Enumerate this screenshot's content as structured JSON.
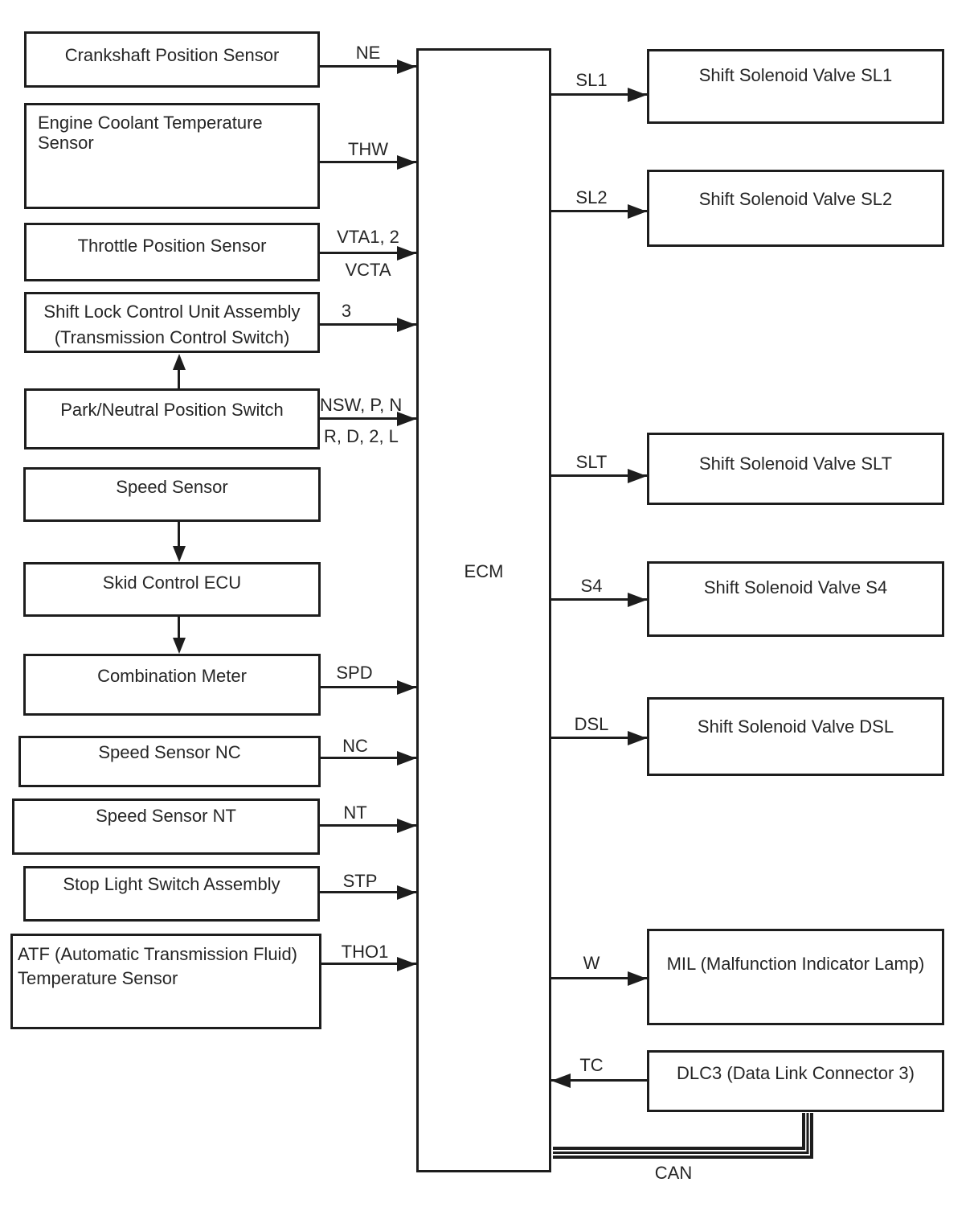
{
  "ecm": {
    "label": "ECM"
  },
  "inputs": [
    {
      "box": [
        "Crankshaft Position Sensor"
      ],
      "signal": [
        "NE"
      ],
      "direction": "to-ecm"
    },
    {
      "box": [
        "Engine Coolant Temperature",
        "Sensor"
      ],
      "signal": [
        "THW"
      ],
      "direction": "to-ecm"
    },
    {
      "box": [
        "Throttle Position Sensor"
      ],
      "signal": [
        "VTA1, 2",
        "VCTA"
      ],
      "direction": "to-ecm"
    },
    {
      "box": [
        "Shift Lock Control Unit Assembly",
        "(Transmission Control Switch)"
      ],
      "signal": [
        "3"
      ],
      "direction": "to-ecm"
    },
    {
      "box": [
        "Park/Neutral Position Switch"
      ],
      "signal": [
        "NSW, P, N",
        "R, D, 2, L"
      ],
      "direction": "to-ecm"
    },
    {
      "box": [
        "Speed Sensor"
      ],
      "signal": [],
      "direction": "to-skid-control-ecu"
    },
    {
      "box": [
        "Skid Control ECU"
      ],
      "signal": [],
      "direction": "to-combination-meter"
    },
    {
      "box": [
        "Combination Meter"
      ],
      "signal": [
        "SPD"
      ],
      "direction": "to-ecm"
    },
    {
      "box": [
        "Speed Sensor NC"
      ],
      "signal": [
        "NC"
      ],
      "direction": "to-ecm"
    },
    {
      "box": [
        "Speed Sensor NT"
      ],
      "signal": [
        "NT"
      ],
      "direction": "to-ecm"
    },
    {
      "box": [
        "Stop Light Switch Assembly"
      ],
      "signal": [
        "STP"
      ],
      "direction": "to-ecm"
    },
    {
      "box": [
        "ATF (Automatic Transmission Fluid)",
        "Temperature Sensor"
      ],
      "signal": [
        "THO1"
      ],
      "direction": "to-ecm"
    }
  ],
  "outputs": [
    {
      "box": [
        "Shift Solenoid Valve SL1"
      ],
      "signal": [
        "SL1"
      ],
      "direction": "to-device"
    },
    {
      "box": [
        "Shift Solenoid Valve SL2"
      ],
      "signal": [
        "SL2"
      ],
      "direction": "to-device"
    },
    {
      "box": [
        "Shift Solenoid Valve SLT"
      ],
      "signal": [
        "SLT"
      ],
      "direction": "to-device"
    },
    {
      "box": [
        "Shift Solenoid Valve S4"
      ],
      "signal": [
        "S4"
      ],
      "direction": "to-device"
    },
    {
      "box": [
        "Shift Solenoid Valve DSL"
      ],
      "signal": [
        "DSL"
      ],
      "direction": "to-device"
    },
    {
      "box": [
        "MIL (Malfunction Indicator Lamp)"
      ],
      "signal": [
        "W"
      ],
      "direction": "to-device"
    },
    {
      "box": [
        "DLC3 (Data Link Connector 3)"
      ],
      "signal": [
        "TC"
      ],
      "direction": "to-ecm"
    }
  ],
  "bus": {
    "label": "CAN"
  },
  "colors": {
    "line": "#1d1d1d",
    "text": "#262626",
    "background": "#ffffff"
  }
}
